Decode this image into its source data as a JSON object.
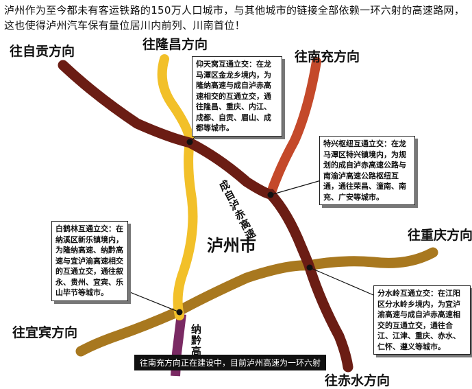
{
  "intro": "泸州作为至今都未有客运铁路的150万人口城市，与其他城市的链接全部依赖一环六射的高速路网，这也使得泸州汽车保有量位居川内前列、川南首位！",
  "city_label": "泸州市",
  "directions": {
    "zigong": "往自贡方向",
    "longchang": "往隆昌方向",
    "nanchong": "往南充方向",
    "chongqing": "往重庆方向",
    "yibin": "往宜宾方向",
    "chishui": "往赤水方向"
  },
  "roads": {
    "chengzilu": "成自泸赤高速",
    "naqian": "纳黔高速"
  },
  "callouts": {
    "yangtianwo": "仰天窝互通立交：在龙马潭区金龙乡境内，为隆纳高速与成自泸赤高速相交的互通立交，通往隆昌、重庆、内江、成都、自贡、眉山、成都等城市。",
    "texing": "特兴枢纽互通立交：在龙马潭区特兴镇境内，为规划的成自泸赤高速公路与南渝泸高速公路枢纽互通，通往荣昌、潼南、南充、广安等城市。",
    "baihelin": "白鹤林互通立交：在纳溪区新乐镇境内，为隆纳高速、纳黔高速与宜泸渝高速相交的互通立交，通往叙永、贵州、宜宾、乐山毕节等城市。",
    "fenshuiling": "分水岭互通立交：在江阳区分水岭乡境内，为宜泸渝高速与成自泸赤高速相交的互通立交，通往合江、江津、重庆、赤水、仁怀、遵义等城市。"
  },
  "caption": "往南充方向正在建设中，目前泸州高速为一环六射",
  "colors": {
    "chengzilu": "#6b1d14",
    "longna": "#f2c029",
    "nanchong": "#c4492a",
    "yiluyu": "#a8781f",
    "naqian": "#7a2a63",
    "node": "#111111"
  }
}
